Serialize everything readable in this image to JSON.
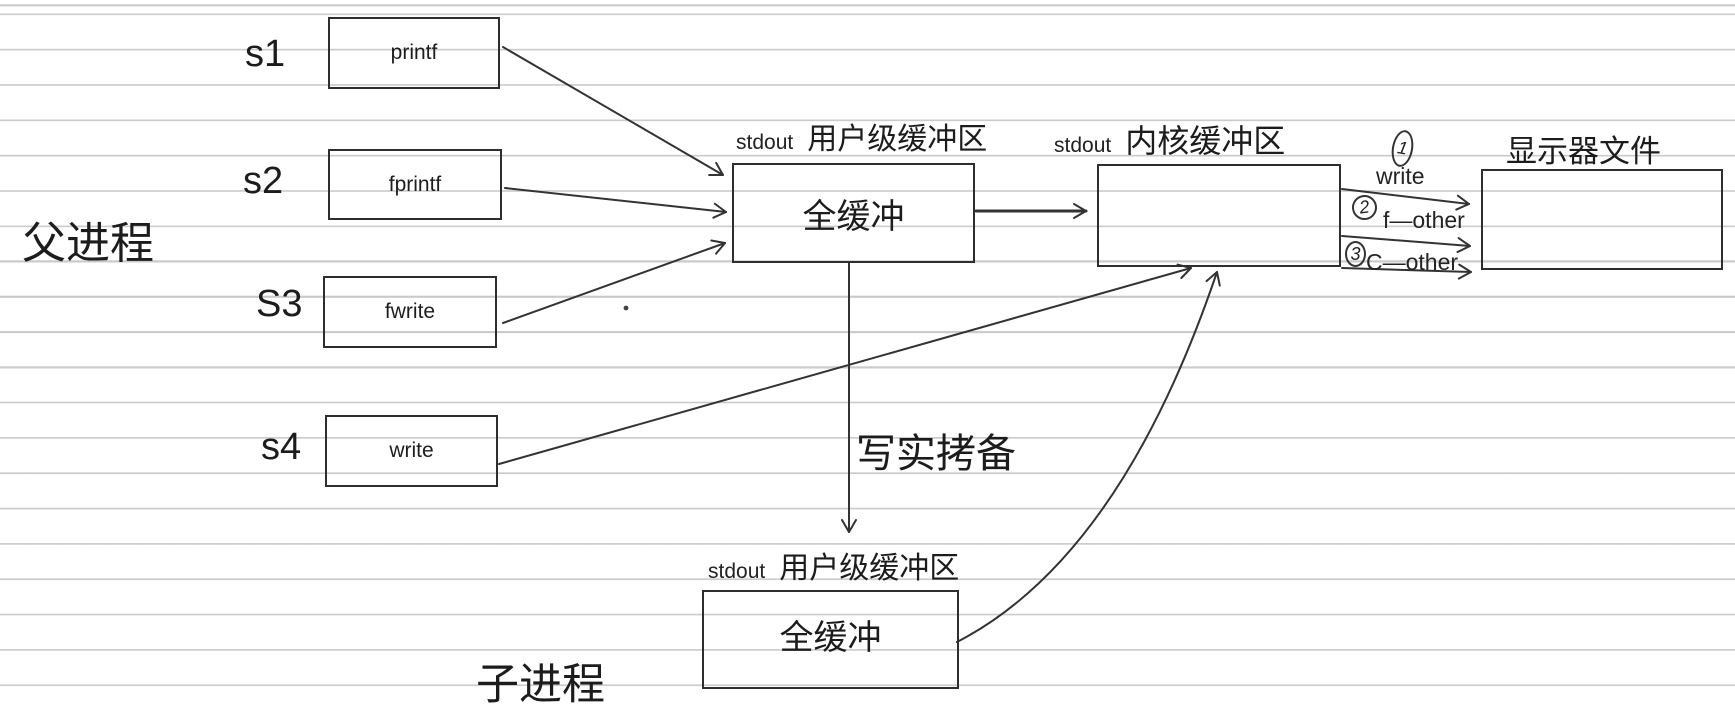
{
  "labels": {
    "parent_process": "父进程",
    "child_process": "子进程",
    "copy_on_write": "写实拷备"
  },
  "sources": [
    {
      "label": "s1",
      "func": "printf"
    },
    {
      "label": "s2",
      "func": "fprintf"
    },
    {
      "label": "S3",
      "func": "fwrite"
    },
    {
      "label": "s4",
      "func": "write"
    }
  ],
  "parent_user_buffer": {
    "stdout": "stdout",
    "title": "用户级缓冲区",
    "mode": "全缓冲"
  },
  "child_user_buffer": {
    "stdout": "stdout",
    "title": "用户级缓冲区",
    "mode": "全缓冲"
  },
  "kernel_buffer": {
    "stdout": "stdout",
    "title": "内核缓冲区"
  },
  "display_file": {
    "title": "显示器文件"
  },
  "output_paths": [
    {
      "number": "1",
      "label": "write"
    },
    {
      "number": "2",
      "label": "f—other"
    },
    {
      "number": "3",
      "label": "C—other"
    }
  ],
  "colors": {
    "ink": "#2e2e2e",
    "rule_line": "#c6c6c6",
    "background": "#ffffff"
  }
}
